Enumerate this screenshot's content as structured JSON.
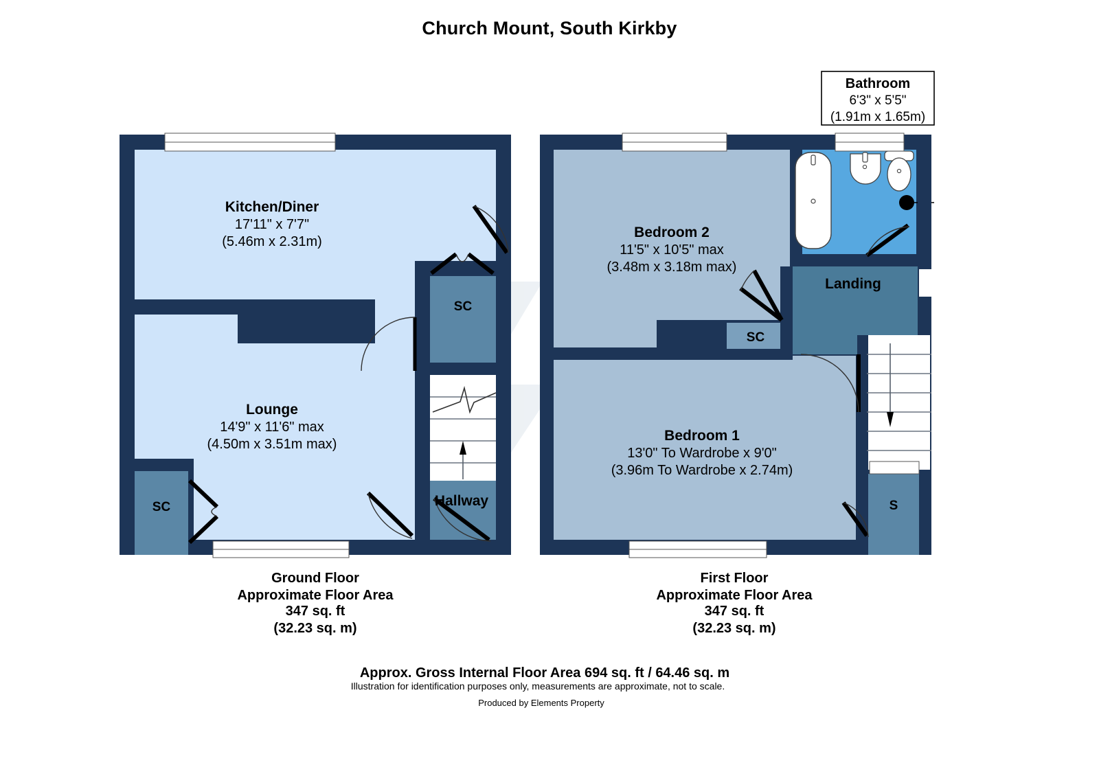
{
  "title": "Church Mount, South Kirkby",
  "colors": {
    "wall": "#1d3557",
    "ground_room_fill": "#cfe4fa",
    "first_room_fill": "#a8c0d6",
    "cupboard_fill": "#5b87a6",
    "landing_fill": "#4a7b99",
    "bathroom_fill": "#57a8e0",
    "stairs_fill": "#ffffff",
    "watermark": "#c9d6e4",
    "text": "#000000"
  },
  "watermark": {
    "word": "exlo",
    "suffix": "uk"
  },
  "ground_floor": {
    "caption": {
      "floor": "Ground Floor",
      "area_label": "Approximate Floor Area",
      "area_ft": "347 sq. ft",
      "area_m": "(32.23 sq. m)"
    },
    "rooms": [
      {
        "name": "Kitchen/Diner",
        "dim_imperial": "17'11\" x 7'7\"",
        "dim_metric": "(5.46m x 2.31m)"
      },
      {
        "name": "Lounge",
        "dim_imperial": "14'9\" x 11'6\" max",
        "dim_metric": "(4.50m x 3.51m max)"
      },
      {
        "name": "Hallway",
        "dim_imperial": "",
        "dim_metric": ""
      }
    ],
    "cupboards": [
      {
        "label": "SC"
      },
      {
        "label": "SC"
      }
    ]
  },
  "first_floor": {
    "caption": {
      "floor": "First Floor",
      "area_label": "Approximate Floor Area",
      "area_ft": "347 sq. ft",
      "area_m": "(32.23 sq. m)"
    },
    "rooms": [
      {
        "name": "Bedroom 2",
        "dim_imperial": "11'5\" x 10'5\" max",
        "dim_metric": "(3.48m x 3.18m max)"
      },
      {
        "name": "Bedroom 1",
        "dim_imperial": "13'0\" To Wardrobe x 9'0\"",
        "dim_metric": "(3.96m To Wardrobe x 2.74m)"
      },
      {
        "name": "Landing",
        "dim_imperial": "",
        "dim_metric": ""
      }
    ],
    "cupboards": [
      {
        "label": "SC"
      },
      {
        "label": "S"
      }
    ],
    "callout": {
      "name": "Bathroom",
      "dim_imperial": "6'3\" x 5'5\"",
      "dim_metric": "(1.91m x 1.65m)"
    }
  },
  "footer": {
    "gross_area": "Approx. Gross Internal Floor Area 694 sq. ft / 64.46 sq. m",
    "disclaimer": "Illustration for identification purposes only, measurements are approximate, not to scale.",
    "credit": "Produced by Elements Property"
  }
}
